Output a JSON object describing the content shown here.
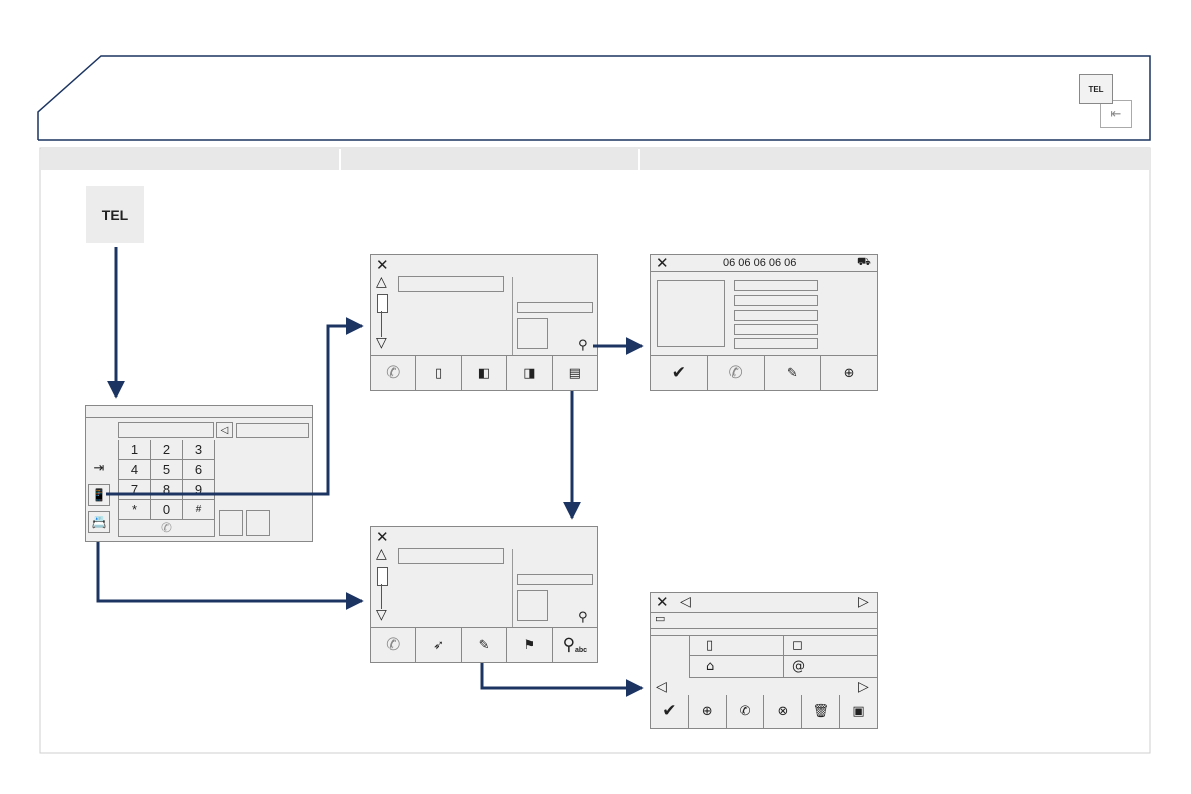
{
  "header": {
    "tel_badge": "TEL"
  },
  "tel_start": {
    "label": "TEL"
  },
  "keypad": {
    "keys": [
      "1",
      "2",
      "3",
      "4",
      "5",
      "6",
      "7",
      "8",
      "9",
      "*",
      "0",
      "#"
    ]
  },
  "contact_detail": {
    "number": "06 06 06 06 06"
  },
  "search_screen": {
    "abc_label": "abc"
  },
  "colors": {
    "accent": "#1c3461",
    "panel": "#efefef",
    "border": "#888888"
  }
}
